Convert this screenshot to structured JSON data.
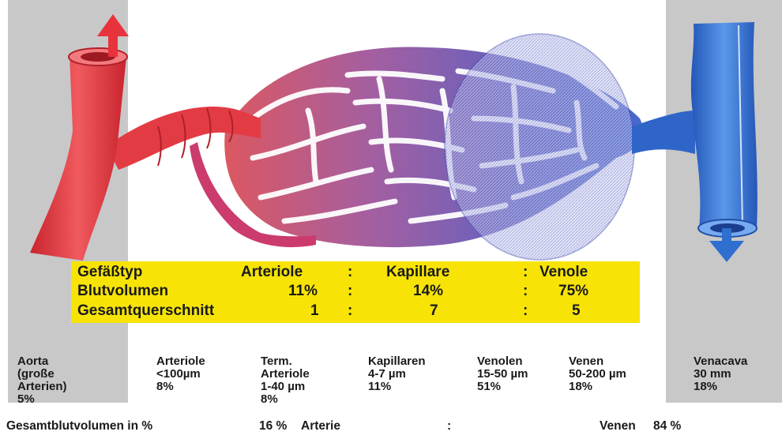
{
  "table": {
    "row1": {
      "label": "Gefäßtyp",
      "c1": "Arteriole",
      "s1": ":",
      "c2": "Kapillare",
      "s2": ":",
      "c3": "Venole"
    },
    "row2": {
      "label": "Blutvolumen",
      "c1": "11%",
      "s1": ":",
      "c2": "14%",
      "s2": ":",
      "c3": "75%"
    },
    "row3": {
      "label": "Gesamtquerschnitt",
      "c1": "1",
      "s1": ":",
      "c2": "7",
      "s2": ":",
      "c3": "5"
    }
  },
  "vessels": [
    {
      "lines": [
        "Aorta",
        "(große",
        "Arterien)",
        "5%"
      ]
    },
    {
      "lines": [
        "Arteriole",
        "<100µm",
        "8%"
      ]
    },
    {
      "lines": [
        "Term.",
        "Arteriole",
        "1-40 µm",
        "8%"
      ]
    },
    {
      "lines": [
        "Kapillaren",
        "4-7 µm",
        "11%"
      ]
    },
    {
      "lines": [
        "Venolen",
        "15-50 µm",
        "51%"
      ]
    },
    {
      "lines": [
        "Venen",
        "50-200 µm",
        "18%"
      ]
    },
    {
      "lines": [
        "Venacava",
        "30 mm",
        "18%"
      ]
    }
  ],
  "footer": {
    "label": "Gesamtblutvolumen in %",
    "arterie_value": "16 %",
    "arterie_label": "Arterie",
    "sep": ":",
    "venen_label": "Venen",
    "venen_value": "84 %"
  },
  "colors": {
    "artery": "#e8323c",
    "vein": "#2f6fd0",
    "highlight": "#f7e406",
    "panel": "#c8c8c8"
  }
}
